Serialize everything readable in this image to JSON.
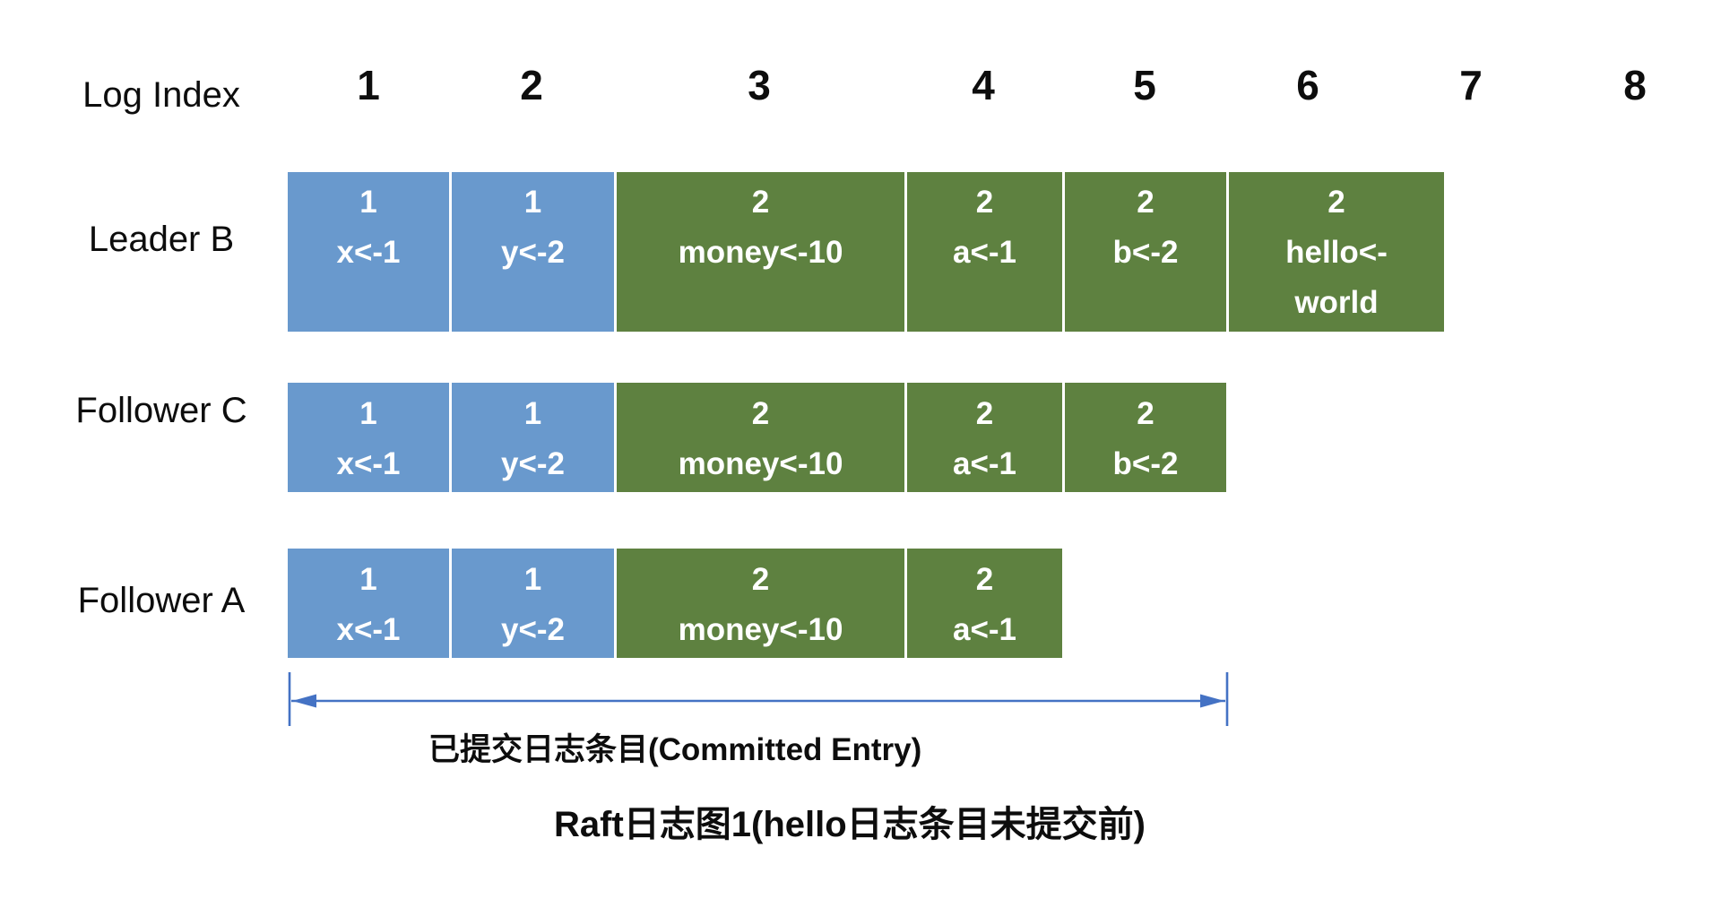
{
  "header": {
    "label": "Log Index",
    "indices": [
      "1",
      "2",
      "3",
      "4",
      "5",
      "6",
      "7",
      "8"
    ]
  },
  "rows": [
    {
      "label": "Leader B",
      "entries": [
        {
          "term": "1",
          "command": "x<-1",
          "color": "blue"
        },
        {
          "term": "1",
          "command": "y<-2",
          "color": "blue"
        },
        {
          "term": "2",
          "command": "money<-10",
          "color": "green"
        },
        {
          "term": "2",
          "command": "a<-1",
          "color": "green"
        },
        {
          "term": "2",
          "command": "b<-2",
          "color": "green"
        },
        {
          "term": "2",
          "command": "hello<-\nworld",
          "color": "green"
        }
      ]
    },
    {
      "label": "Follower C",
      "entries": [
        {
          "term": "1",
          "command": "x<-1",
          "color": "blue"
        },
        {
          "term": "1",
          "command": "y<-2",
          "color": "blue"
        },
        {
          "term": "2",
          "command": "money<-10",
          "color": "green"
        },
        {
          "term": "2",
          "command": "a<-1",
          "color": "green"
        },
        {
          "term": "2",
          "command": "b<-2",
          "color": "green"
        }
      ]
    },
    {
      "label": "Follower A",
      "entries": [
        {
          "term": "1",
          "command": "x<-1",
          "color": "blue"
        },
        {
          "term": "1",
          "command": "y<-2",
          "color": "blue"
        },
        {
          "term": "2",
          "command": "money<-10",
          "color": "green"
        },
        {
          "term": "2",
          "command": "a<-1",
          "color": "green"
        }
      ]
    }
  ],
  "committed": {
    "label": "已提交日志条目(Committed Entry)"
  },
  "caption": "Raft日志图1(hello日志条目未提交前)",
  "colors": {
    "blue": "#6999CD",
    "green": "#5E8140",
    "arrow": "#4472C4"
  }
}
